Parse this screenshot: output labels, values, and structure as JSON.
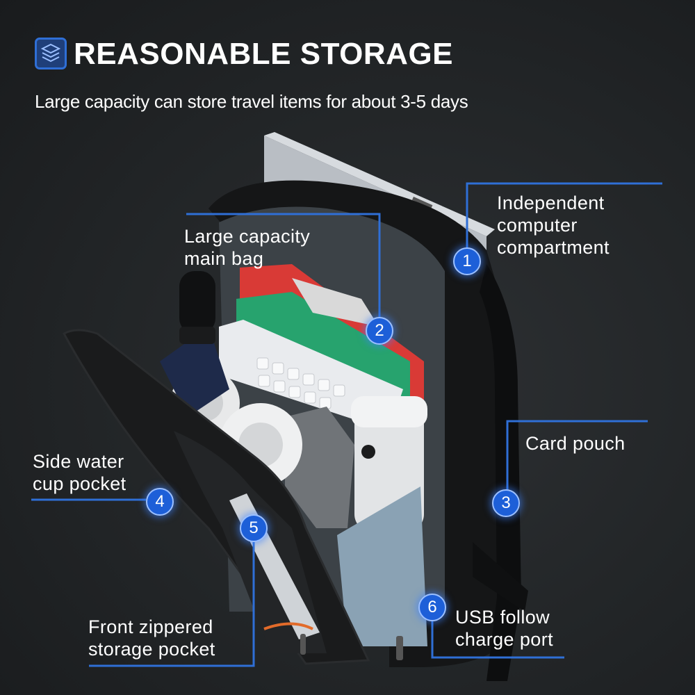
{
  "header": {
    "title": "REASONABLE STORAGE",
    "subtitle": "Large capacity can store travel items for about 3-5 days"
  },
  "callouts": [
    {
      "number": "1",
      "label": "Independent\ncomputer\ncompartment"
    },
    {
      "number": "2",
      "label": "Large capacity\nmain bag"
    },
    {
      "number": "3",
      "label": "Card pouch"
    },
    {
      "number": "4",
      "label": "Side water\ncup pocket"
    },
    {
      "number": "5",
      "label": "Front zippered\nstorage pocket"
    },
    {
      "number": "6",
      "label": "USB follow\ncharge port"
    }
  ],
  "colors": {
    "accent": "#2f6fd6",
    "background": "#222527"
  }
}
